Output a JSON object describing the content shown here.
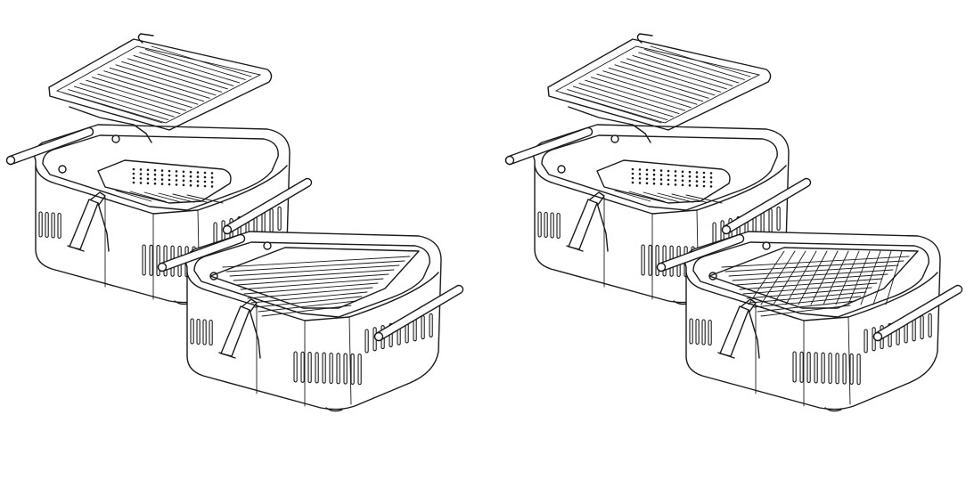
{
  "figure": {
    "views": [
      {
        "id": "top-left",
        "grill_state": "lifted",
        "grate_pattern": "bars"
      },
      {
        "id": "bottom-left",
        "grill_state": "installed",
        "grate_pattern": "bars"
      },
      {
        "id": "top-right",
        "grill_state": "lifted",
        "grate_pattern": "bars"
      },
      {
        "id": "bottom-right",
        "grill_state": "installed",
        "grate_pattern": "grid"
      }
    ],
    "colors": {
      "line": "#1a1a1a",
      "background": "#ffffff"
    }
  }
}
